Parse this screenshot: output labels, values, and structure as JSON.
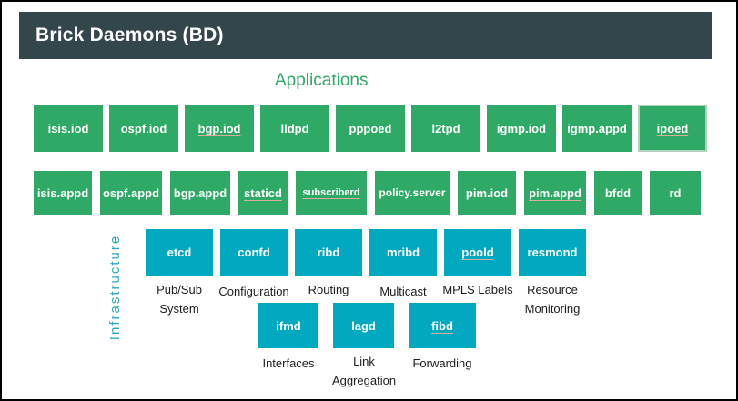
{
  "header": {
    "title": "Brick Daemons (BD)"
  },
  "applications": {
    "label": "Applications",
    "row1": [
      {
        "name": "isis.iod",
        "link": false
      },
      {
        "name": "ospf.iod",
        "link": false
      },
      {
        "name": "bgp.iod",
        "link": true
      },
      {
        "name": "lldpd",
        "link": false
      },
      {
        "name": "pppoed",
        "link": false
      },
      {
        "name": "l2tpd",
        "link": false
      },
      {
        "name": "igmp.iod",
        "link": false
      },
      {
        "name": "igmp.appd",
        "link": false
      },
      {
        "name": "ipoed",
        "link": true
      }
    ],
    "row2": [
      {
        "name": "isis.appd",
        "link": false
      },
      {
        "name": "ospf.appd",
        "link": false
      },
      {
        "name": "bgp.appd",
        "link": false
      },
      {
        "name": "staticd",
        "link": true
      },
      {
        "name": "subscriberd",
        "link": true
      },
      {
        "name": "policy.server",
        "link": false
      },
      {
        "name": "pim.iod",
        "link": false
      },
      {
        "name": "pim.appd",
        "link": true
      },
      {
        "name": "bfdd",
        "link": false
      },
      {
        "name": "rd",
        "link": false
      }
    ]
  },
  "infrastructure": {
    "label": "Infrastructure",
    "row1": [
      {
        "name": "etcd",
        "caption": "Pub/Sub System",
        "link": false
      },
      {
        "name": "confd",
        "caption": "Configuration",
        "link": false
      },
      {
        "name": "ribd",
        "caption": "Routing",
        "link": false
      },
      {
        "name": "mribd",
        "caption": "Multicast",
        "link": false
      },
      {
        "name": "poold",
        "caption": "MPLS Labels",
        "link": true
      },
      {
        "name": "resmond",
        "caption": "Resource Monitoring",
        "link": false
      }
    ],
    "row2": [
      {
        "name": "ifmd",
        "caption": "Interfaces",
        "link": false
      },
      {
        "name": "lagd",
        "caption": "Link Aggregation",
        "link": false
      },
      {
        "name": "fibd",
        "caption": "Forwarding",
        "link": true
      }
    ]
  },
  "colors": {
    "green": "#2fa966",
    "teal": "#00a8c0",
    "header_bg": "#32464c",
    "underline": "#d9ae9c",
    "infra_label": "#2aa9c4"
  }
}
